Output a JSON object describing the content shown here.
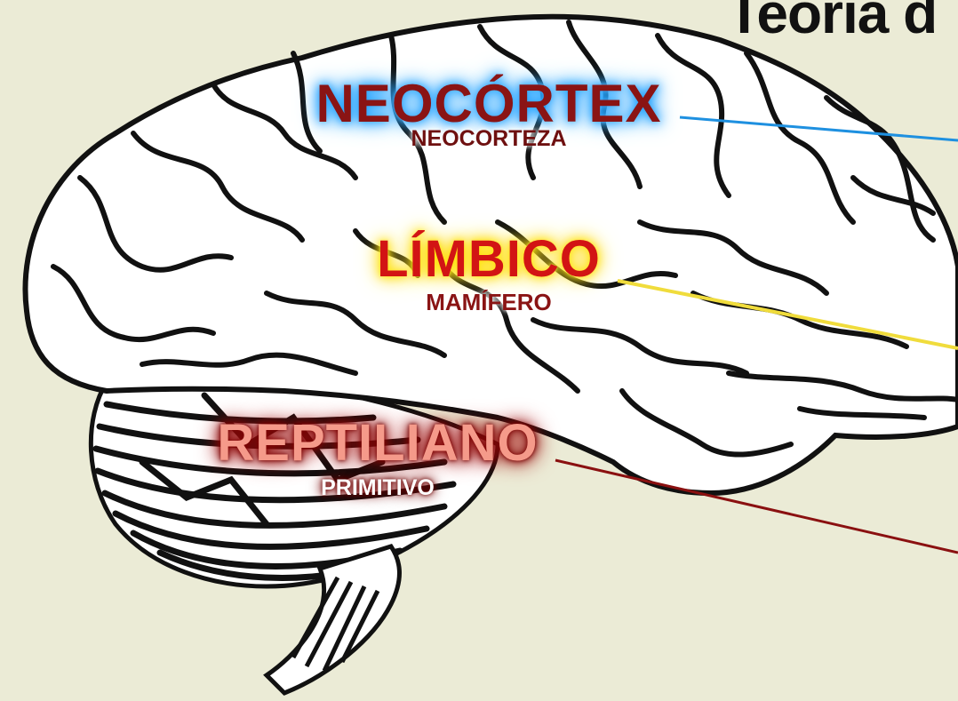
{
  "title": "Teoría d",
  "regions": [
    {
      "name": "NEOCÓRTEX",
      "subtitle": "NEOCORTEZA",
      "glow_color": "#1ea0ff",
      "text_color": "#8a1414",
      "line_color": "#1e90e0"
    },
    {
      "name": "LÍMBICO",
      "subtitle": "MAMÍFERO",
      "glow_color": "#ffe600",
      "text_color": "#d21414",
      "line_color": "#f0dc3c"
    },
    {
      "name": "REPTILIANO",
      "subtitle": "PRIMITIVO",
      "glow_color": "#9a0a0a",
      "text_color": "#f59a8a",
      "line_color": "#8a1010"
    }
  ],
  "colors": {
    "background": "#ebebd6",
    "brain_fill": "#ffffff",
    "brain_outline": "#111111"
  }
}
